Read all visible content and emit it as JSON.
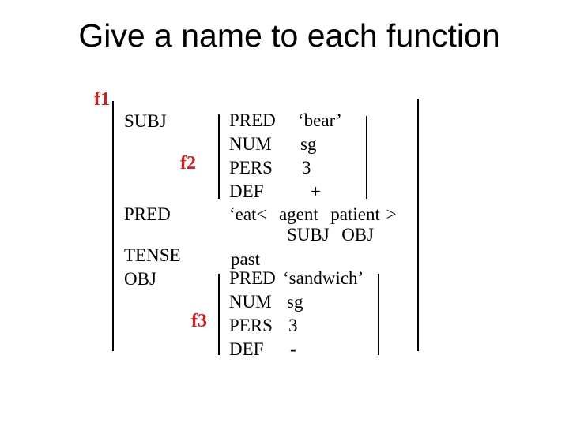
{
  "slide": {
    "title": "Give a name to each function"
  },
  "colors": {
    "function_label_red": "#cc2222",
    "text": "#000000",
    "background": "#ffffff"
  },
  "fstructure": {
    "f1_label": "f1",
    "attrs": {
      "subj": "SUBJ",
      "pred": "PRED",
      "tense": "TENSE",
      "obj": "OBJ"
    },
    "tense_value": "past",
    "pred_value": {
      "line1": "‘eat<  agent  patient >",
      "line2": "SUBJ  OBJ"
    },
    "f2": {
      "label": "f2",
      "rows": [
        {
          "attr": "PRED",
          "value": "‘bear’"
        },
        {
          "attr": "NUM",
          "value": "sg"
        },
        {
          "attr": "PERS",
          "value": "3"
        },
        {
          "attr": "DEF",
          "value": "+"
        }
      ]
    },
    "f3": {
      "label": "f3",
      "rows": [
        {
          "attr": "PRED",
          "value": "‘sandwich’"
        },
        {
          "attr": "NUM",
          "value": "sg"
        },
        {
          "attr": "PERS",
          "value": "3"
        },
        {
          "attr": "DEF",
          "value": "-"
        }
      ]
    }
  }
}
